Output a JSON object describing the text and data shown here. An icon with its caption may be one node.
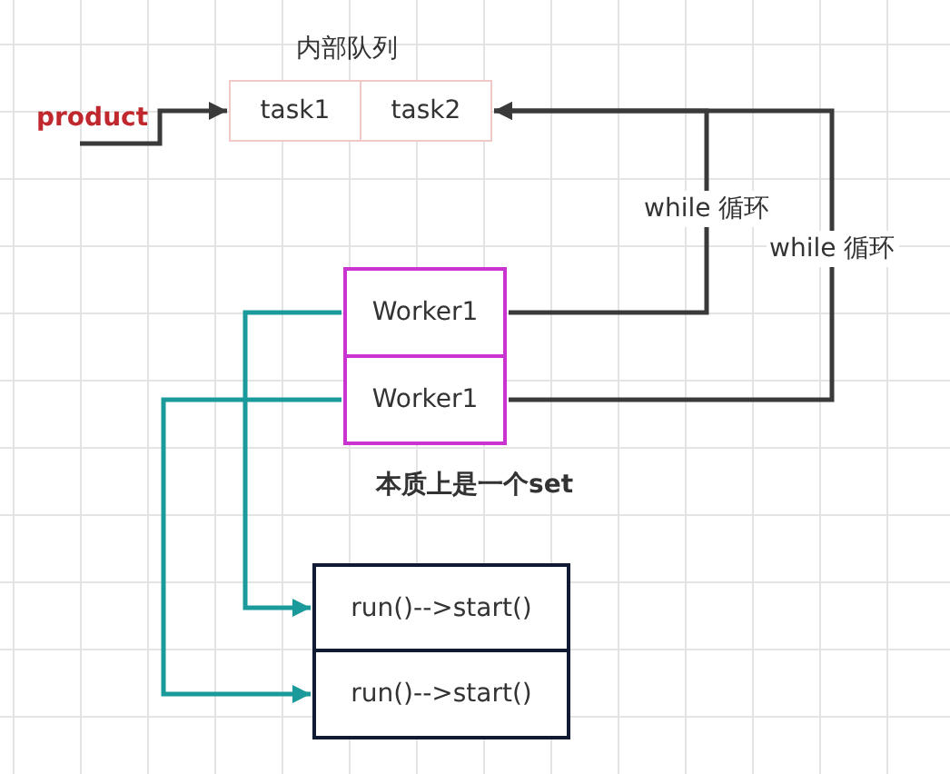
{
  "diagram": {
    "nodes": [
      {
        "text": [
          "product"
        ]
      },
      {
        "text": [
          "task1"
        ]
      },
      {
        "text": [
          "task2"
        ]
      },
      {
        "text": [
          "Worker1"
        ]
      },
      {
        "text": [
          "Worker1"
        ]
      },
      {
        "text": [
          "run()-->start()"
        ]
      },
      {
        "text": [
          "run()-->start()"
        ]
      }
    ],
    "edges": [
      {
        "from": 0,
        "to": 1,
        "arrow": "to"
      },
      {
        "from": 3,
        "to": 2,
        "arrow": "to",
        "label": "while 循环"
      },
      {
        "from": 4,
        "to": 2,
        "arrow": "to",
        "label": "while 循环"
      },
      {
        "from": 3,
        "to": 5,
        "arrow": "to",
        "color": "#1a9a9a"
      },
      {
        "from": 4,
        "to": 6,
        "arrow": "to",
        "color": "#1a9a9a"
      }
    ],
    "labels": [
      "内部队列",
      "本质上是一个set"
    ]
  }
}
